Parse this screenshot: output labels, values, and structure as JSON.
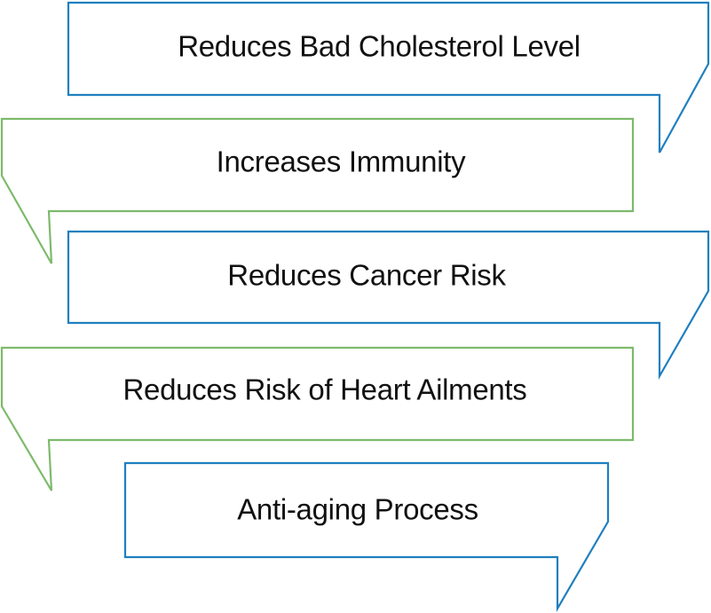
{
  "colors": {
    "blue": "#1f7fbf",
    "green": "#7dba6b"
  },
  "callouts": [
    {
      "label": "Reduces Bad Cholesterol Level",
      "color": "blue",
      "tail": "right"
    },
    {
      "label": "Increases Immunity",
      "color": "green",
      "tail": "left"
    },
    {
      "label": "Reduces Cancer Risk",
      "color": "blue",
      "tail": "right"
    },
    {
      "label": "Reduces Risk of Heart Ailments",
      "color": "green",
      "tail": "left"
    },
    {
      "label": "Anti-aging Process",
      "color": "blue",
      "tail": "right"
    }
  ]
}
